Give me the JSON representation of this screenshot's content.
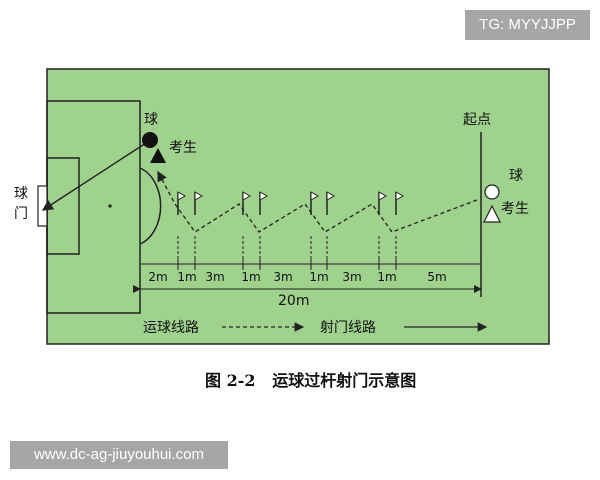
{
  "watermarks": {
    "top_right": "TG: MYYJJPP",
    "bottom_left": "www.dc-ag-jiuyouhui.com"
  },
  "diagram": {
    "caption": "图 2-2   运球过杆射门示意图",
    "goal_label_line1": "球",
    "goal_label_line2": "门",
    "ball_label_left": "球",
    "examinee_label_left": "考生",
    "start_label": "起点",
    "ball_label_right": "球",
    "examinee_label_right": "考生",
    "segments": [
      "2m",
      "1m",
      "3m",
      "1m",
      "3m",
      "1m",
      "3m",
      "1m",
      "5m"
    ],
    "total_distance": "20m",
    "route_dribble": "运球线路",
    "route_shoot": "射门线路"
  },
  "colors": {
    "field": "#9fd28c",
    "line": "#222222"
  }
}
